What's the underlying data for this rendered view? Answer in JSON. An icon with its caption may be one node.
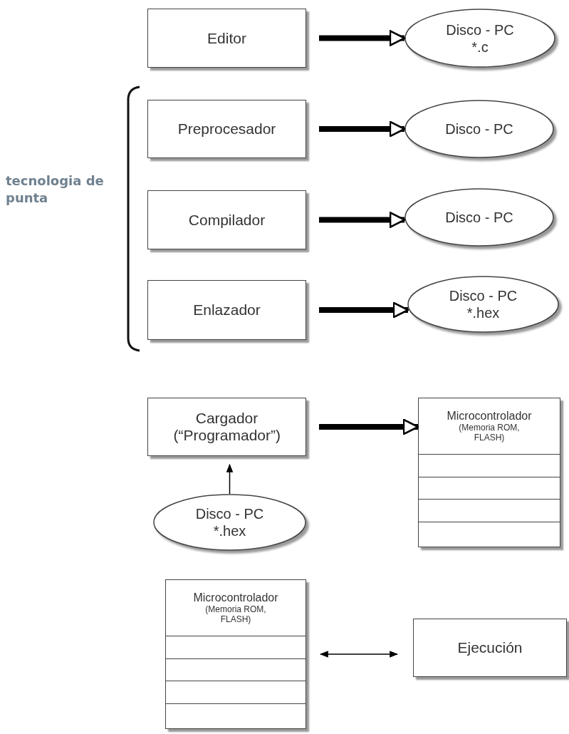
{
  "diagram": {
    "nodes": [
      {
        "text": [
          "Editor"
        ]
      },
      {
        "text": [
          "Disco - PC",
          "*.c"
        ]
      },
      {
        "text": [
          "Preprocesador"
        ]
      },
      {
        "text": [
          "Disco - PC"
        ]
      },
      {
        "text": [
          "Compilador"
        ]
      },
      {
        "text": [
          "Disco - PC"
        ]
      },
      {
        "text": [
          "Enlazador"
        ]
      },
      {
        "text": [
          "Disco - PC",
          "*.hex"
        ]
      },
      {
        "text": [
          "Cargador (“Programador”)"
        ]
      },
      {
        "text": [
          "Microcontrolador",
          "(Memoria ROM, FLASH)"
        ]
      },
      {
        "text": [
          "Disco - PC",
          "*.hex"
        ]
      },
      {
        "text": [
          "Microcontrolador",
          "(Memoria ROM, FLASH)"
        ]
      },
      {
        "text": [
          "Ejecución"
        ]
      }
    ],
    "edges": [
      {
        "from": 0,
        "to": 1,
        "arrow": "to"
      },
      {
        "from": 2,
        "to": 3,
        "arrow": "to"
      },
      {
        "from": 4,
        "to": 5,
        "arrow": "to"
      },
      {
        "from": 6,
        "to": 7,
        "arrow": "to"
      },
      {
        "from": 8,
        "to": 9,
        "arrow": "to"
      },
      {
        "from": 10,
        "to": 8,
        "arrow": "to"
      },
      {
        "from": 11,
        "to": 12,
        "arrow": "both"
      }
    ],
    "labels": [
      "tecnologia de punta"
    ]
  }
}
